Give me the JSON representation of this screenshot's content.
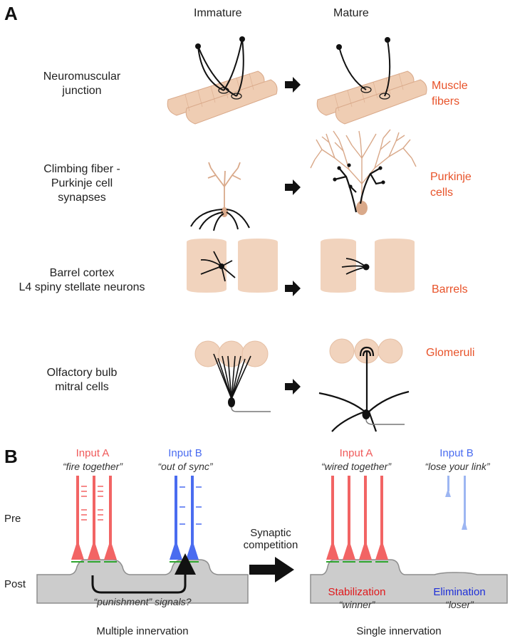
{
  "panelA": {
    "letter": "A",
    "col_immature": "Immature",
    "col_mature": "Mature",
    "rows": [
      {
        "label_line1": "Neuromuscular",
        "label_line2": "junction",
        "label_line3": "",
        "target_line1": "Muscle",
        "target_line2": "fibers"
      },
      {
        "label_line1": "Climbing fiber -",
        "label_line2": "Purkinje cell",
        "label_line3": "synapses",
        "target_line1": "Purkinje",
        "target_line2": "cells"
      },
      {
        "label_line1": "Barrel cortex",
        "label_line2": "L4 spiny stellate neurons",
        "label_line3": "",
        "target_line1": "Barrels",
        "target_line2": ""
      },
      {
        "label_line1": "Olfactory bulb",
        "label_line2": "mitral cells",
        "label_line3": "",
        "target_line1": "Glomeruli",
        "target_line2": ""
      }
    ]
  },
  "panelB": {
    "letter": "B",
    "pre_label": "Pre",
    "post_label": "Post",
    "left": {
      "inputA_title": "Input A",
      "inputA_quote": "“fire together”",
      "inputB_title": "Input B",
      "inputB_quote": "“out of sync”",
      "signal_text": "“punishment” signals?",
      "caption": "Multiple innervation"
    },
    "middle": {
      "line1": "Synaptic",
      "line2": "competition"
    },
    "right": {
      "inputA_title": "Input A",
      "inputA_quote": "“wired together”",
      "inputB_title": "Input B",
      "inputB_quote": "“lose your link”",
      "stab_title": "Stabilization",
      "stab_quote": "“winner”",
      "elim_title": "Elimination",
      "elim_quote": "“loser”",
      "caption": "Single innervation"
    },
    "colors": {
      "inputA": "#f26464",
      "inputB": "#4a6cf0",
      "elimination": "#1e2fd8",
      "stabilization": "#e0181b",
      "faded": "#9db6f2",
      "post": "#cccccc",
      "synapse": "#2ea52e"
    }
  }
}
